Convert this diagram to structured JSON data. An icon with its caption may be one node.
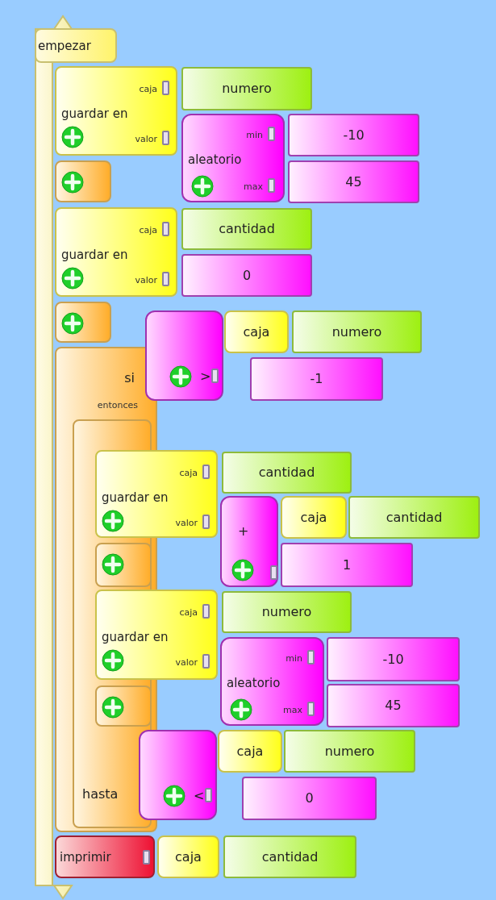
{
  "diagram": {
    "nodes": [
      {
        "text": [
          "empezar"
        ]
      },
      {
        "text": [
          "caja",
          "guardar en",
          "valor"
        ]
      },
      {
        "text": [
          "numero"
        ]
      },
      {
        "text": [
          "min",
          "aleatorio",
          "max"
        ]
      },
      {
        "text": [
          "-10"
        ]
      },
      {
        "text": [
          "45"
        ]
      },
      {
        "text": [],
        "shape": "box"
      },
      {
        "text": [
          "caja",
          "guardar en",
          "valor"
        ]
      },
      {
        "text": [
          "cantidad"
        ]
      },
      {
        "text": [
          "0"
        ]
      },
      {
        "text": [],
        "shape": "box"
      },
      {
        "text": [
          "si",
          "entonces"
        ]
      },
      {
        "text": [
          ">"
        ]
      },
      {
        "text": [
          "caja"
        ]
      },
      {
        "text": [
          "numero"
        ]
      },
      {
        "text": [
          "-1"
        ]
      },
      {
        "text": [
          "hasta"
        ],
        "in": 11
      },
      {
        "text": [
          "caja",
          "guardar en",
          "valor"
        ]
      },
      {
        "text": [
          "cantidad"
        ]
      },
      {
        "text": [
          "+"
        ]
      },
      {
        "text": [
          "caja"
        ]
      },
      {
        "text": [
          "cantidad"
        ]
      },
      {
        "text": [
          "1"
        ]
      },
      {
        "text": [],
        "shape": "box",
        "in": 16
      },
      {
        "text": [
          "caja",
          "guardar en",
          "valor"
        ]
      },
      {
        "text": [
          "numero"
        ]
      },
      {
        "text": [
          "min",
          "aleatorio",
          "max"
        ]
      },
      {
        "text": [
          "-10"
        ]
      },
      {
        "text": [
          "45"
        ]
      },
      {
        "text": [],
        "shape": "box",
        "in": 16
      },
      {
        "text": [
          "<"
        ]
      },
      {
        "text": [
          "caja"
        ]
      },
      {
        "text": [
          "numero"
        ]
      },
      {
        "text": [
          "0"
        ]
      },
      {
        "text": [
          "imprimir"
        ]
      },
      {
        "text": [
          "caja"
        ]
      },
      {
        "text": [
          "cantidad"
        ]
      }
    ]
  }
}
